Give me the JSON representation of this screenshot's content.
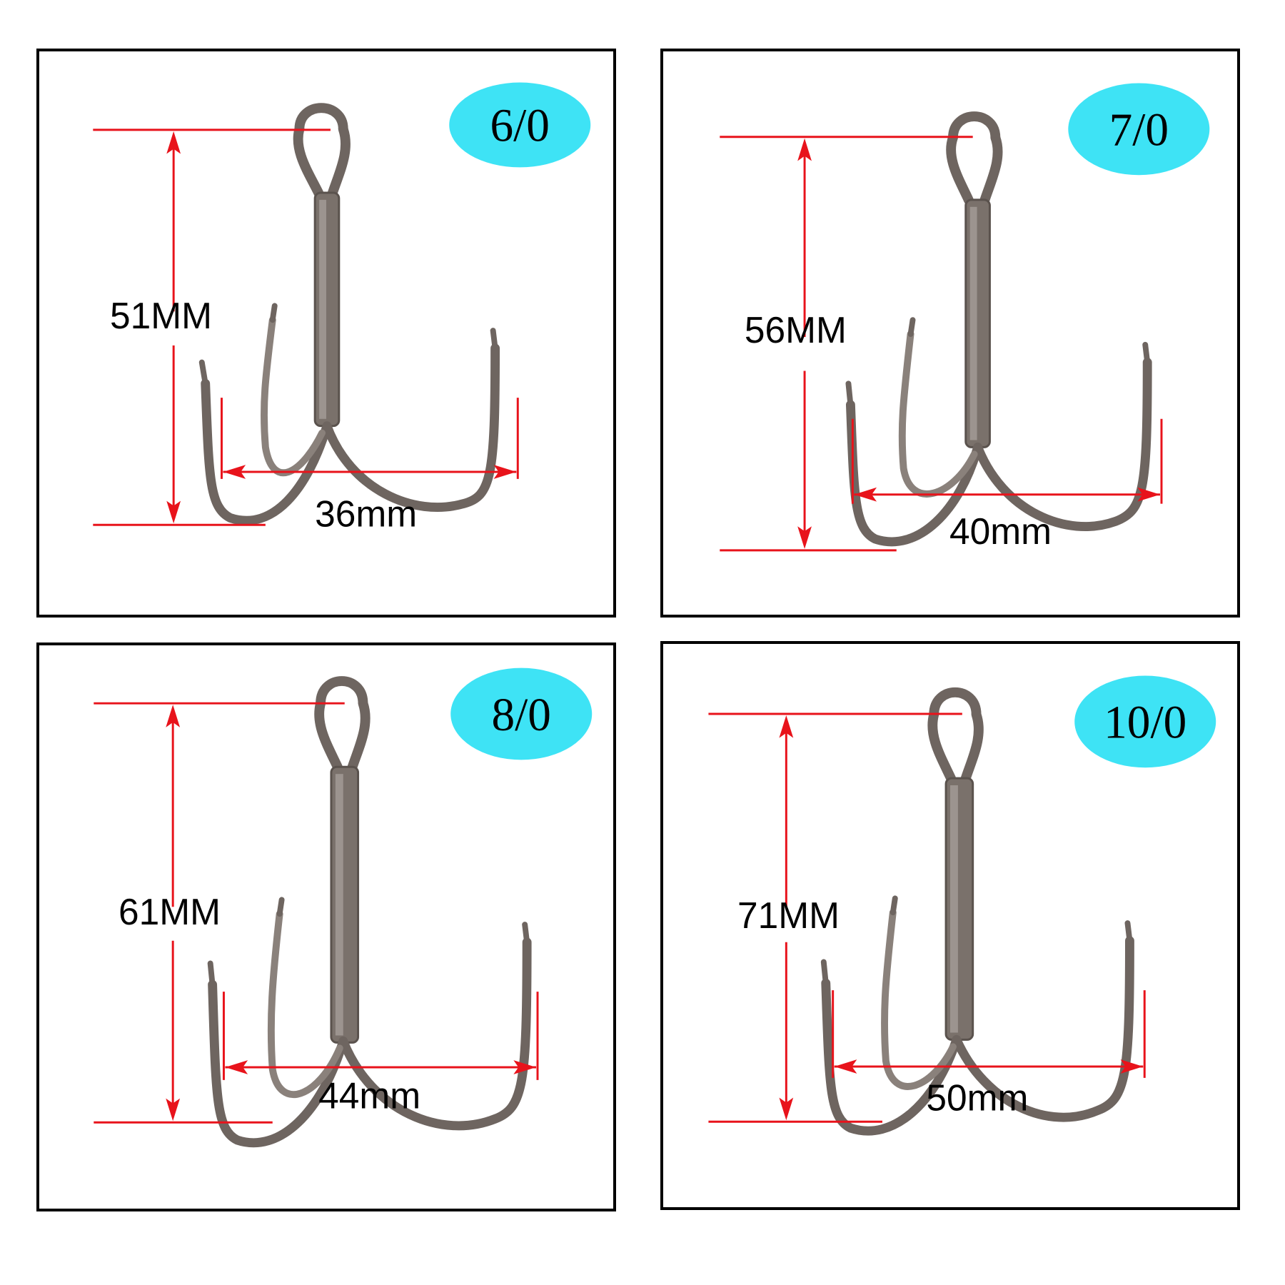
{
  "colors": {
    "badge": "#3ee3f5",
    "dimension_line": "#e8131b",
    "hook_metal": "#6e6560",
    "hook_highlight": "#b3aca6",
    "border": "#000000"
  },
  "panels": [
    {
      "size": "6/0",
      "height": "51MM",
      "width": "36mm",
      "icon": "treble-hook-icon"
    },
    {
      "size": "7/0",
      "height": "56MM",
      "width": "40mm",
      "icon": "treble-hook-icon"
    },
    {
      "size": "8/0",
      "height": "61MM",
      "width": "44mm",
      "icon": "treble-hook-icon"
    },
    {
      "size": "10/0",
      "height": "71MM",
      "width": "50mm",
      "icon": "treble-hook-icon"
    }
  ]
}
